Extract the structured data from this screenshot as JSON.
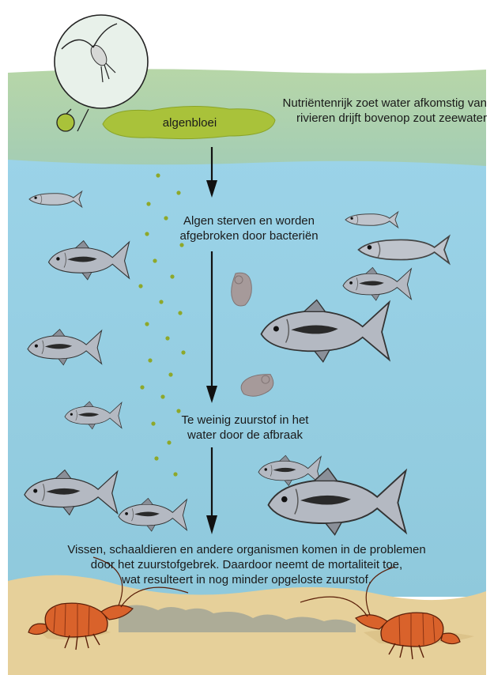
{
  "labels": {
    "bloom": "algenbloei",
    "surface_line1": "Nutriëntenrijk zoet water afkomstig van",
    "surface_line2": "rivieren drijft bovenop zout zeewater",
    "step1_line1": "Algen sterven en worden",
    "step1_line2": "afgebroken door bacteriën",
    "step2_line1": "Te weinig zuurstof in het",
    "step2_line2": "water door de afbraak",
    "step3_line1": "Vissen, schaaldieren en andere organismen komen in de problemen",
    "step3_line2": "door het zuurstofgebrek. Daardoor neemt de mortaliteit toe,",
    "step3_line3": "wat resulteert in nog minder opgeloste zuurstof."
  },
  "colors": {
    "surface_water": "#9cc7a6",
    "deep_water": "#8ccce0",
    "algae": "#9cb82e",
    "sand": "#e8d29c",
    "fish": "#b8bcc4",
    "lobster": "#d8642e",
    "arrow": "#111111"
  }
}
